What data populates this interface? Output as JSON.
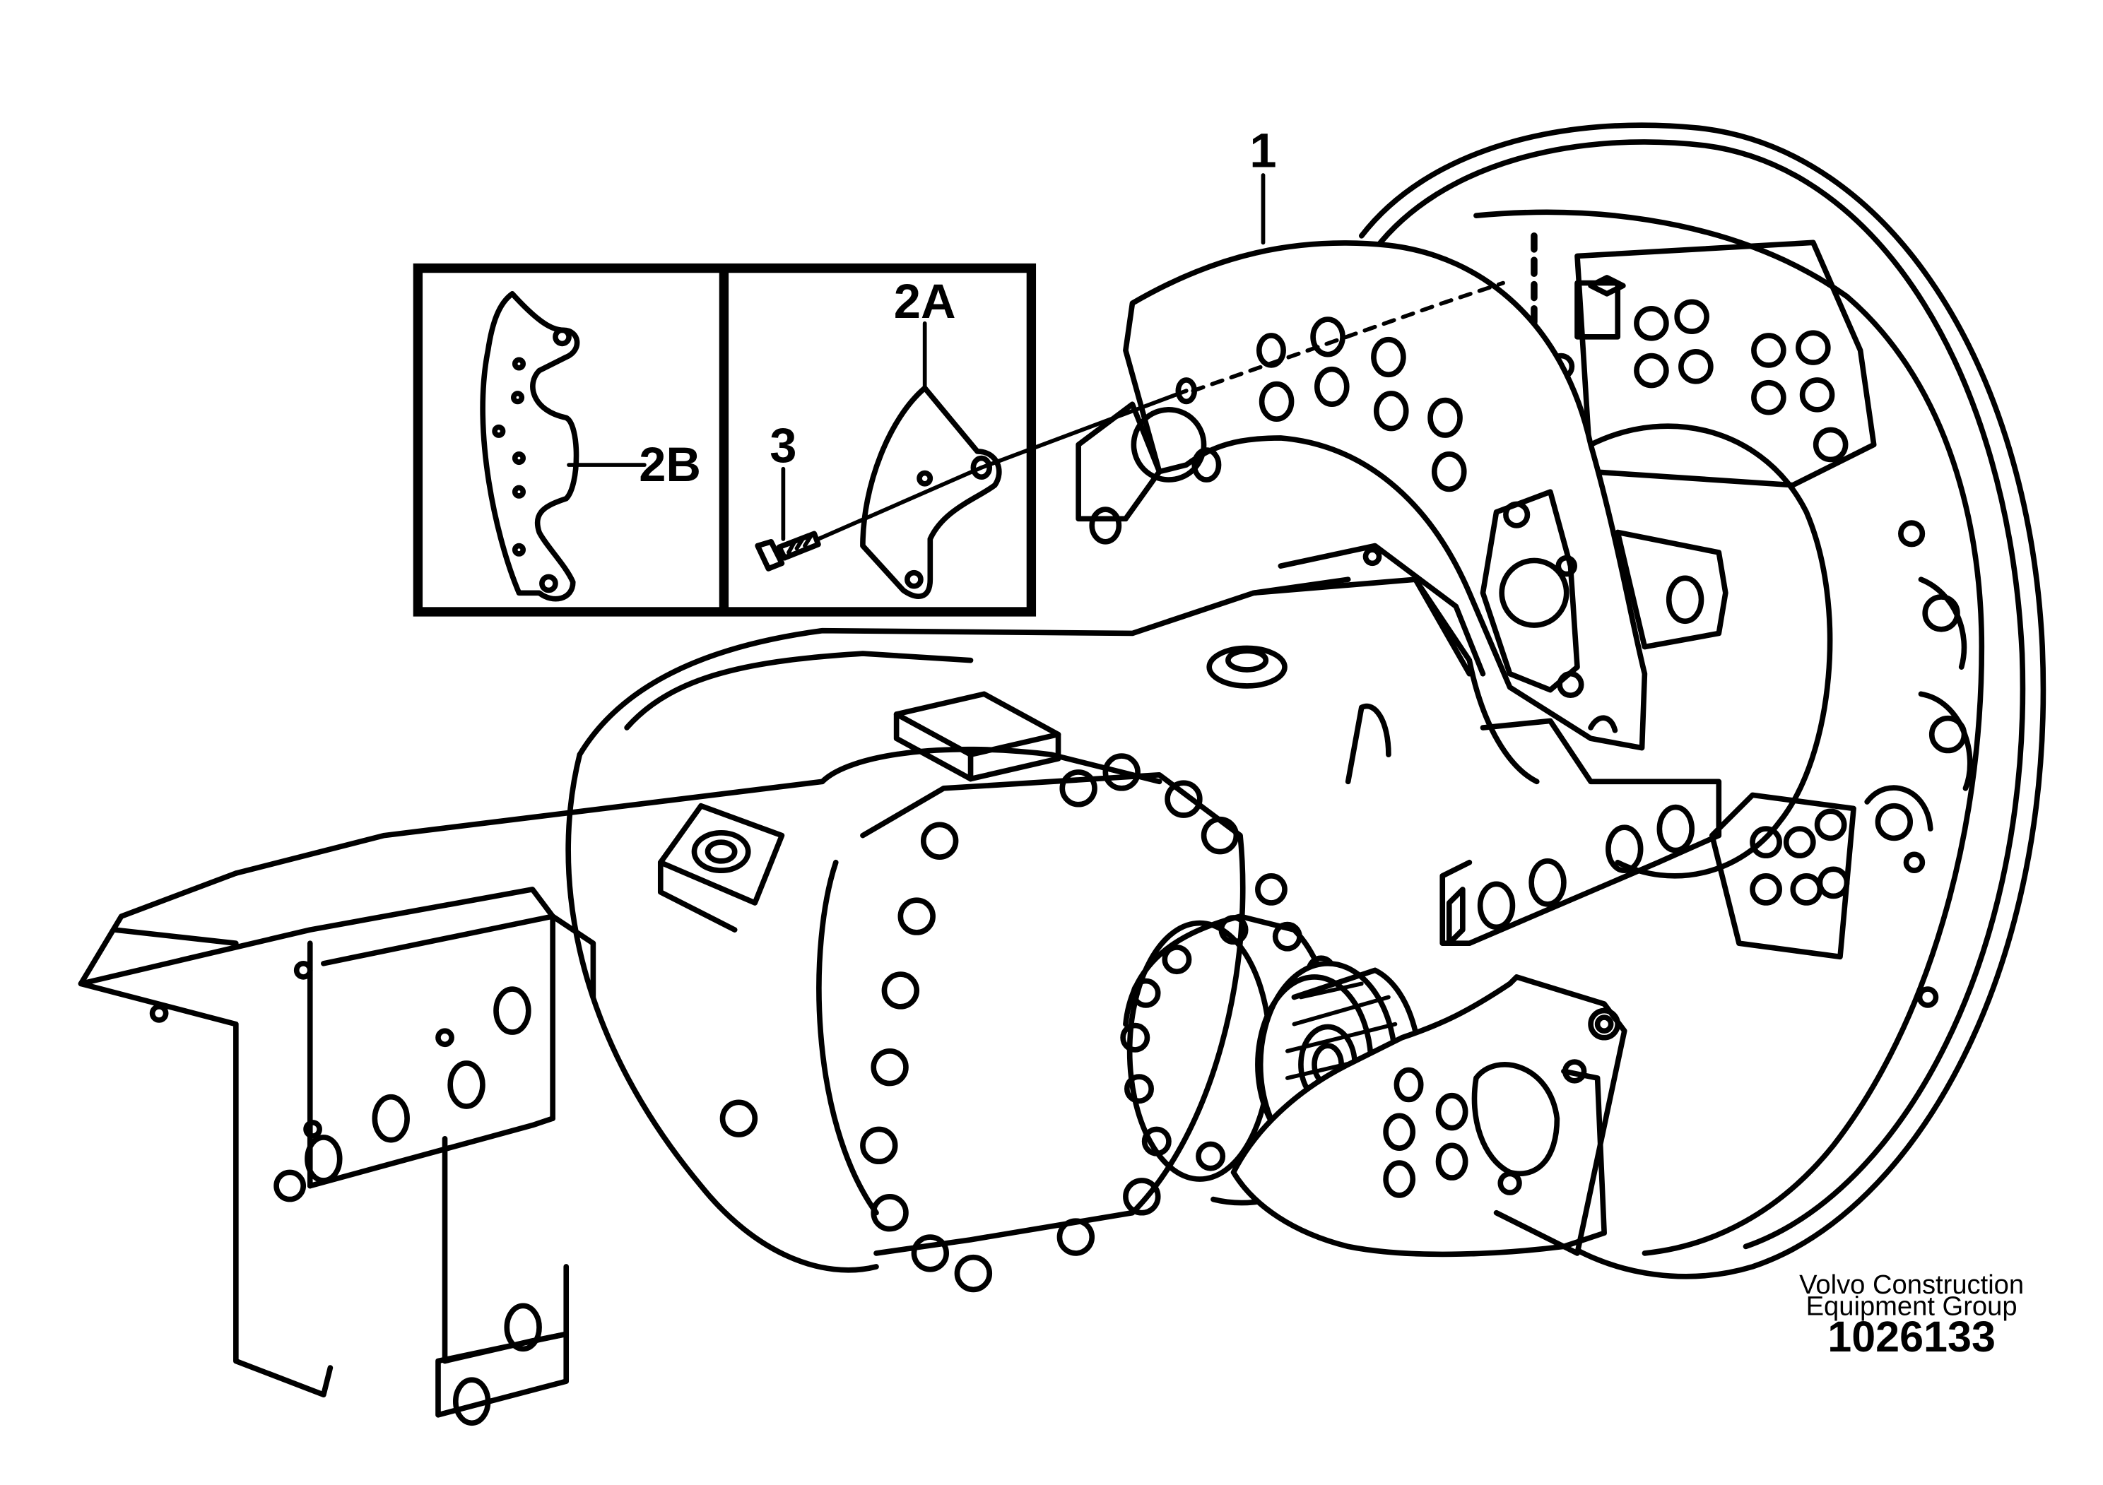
{
  "callouts": {
    "c1": "1",
    "c2a": "2A",
    "c2b": "2B",
    "c3": "3"
  },
  "footer": {
    "company_line1": "Volvo Construction",
    "company_line2": "Equipment Group",
    "drawing_number": "1026133"
  }
}
